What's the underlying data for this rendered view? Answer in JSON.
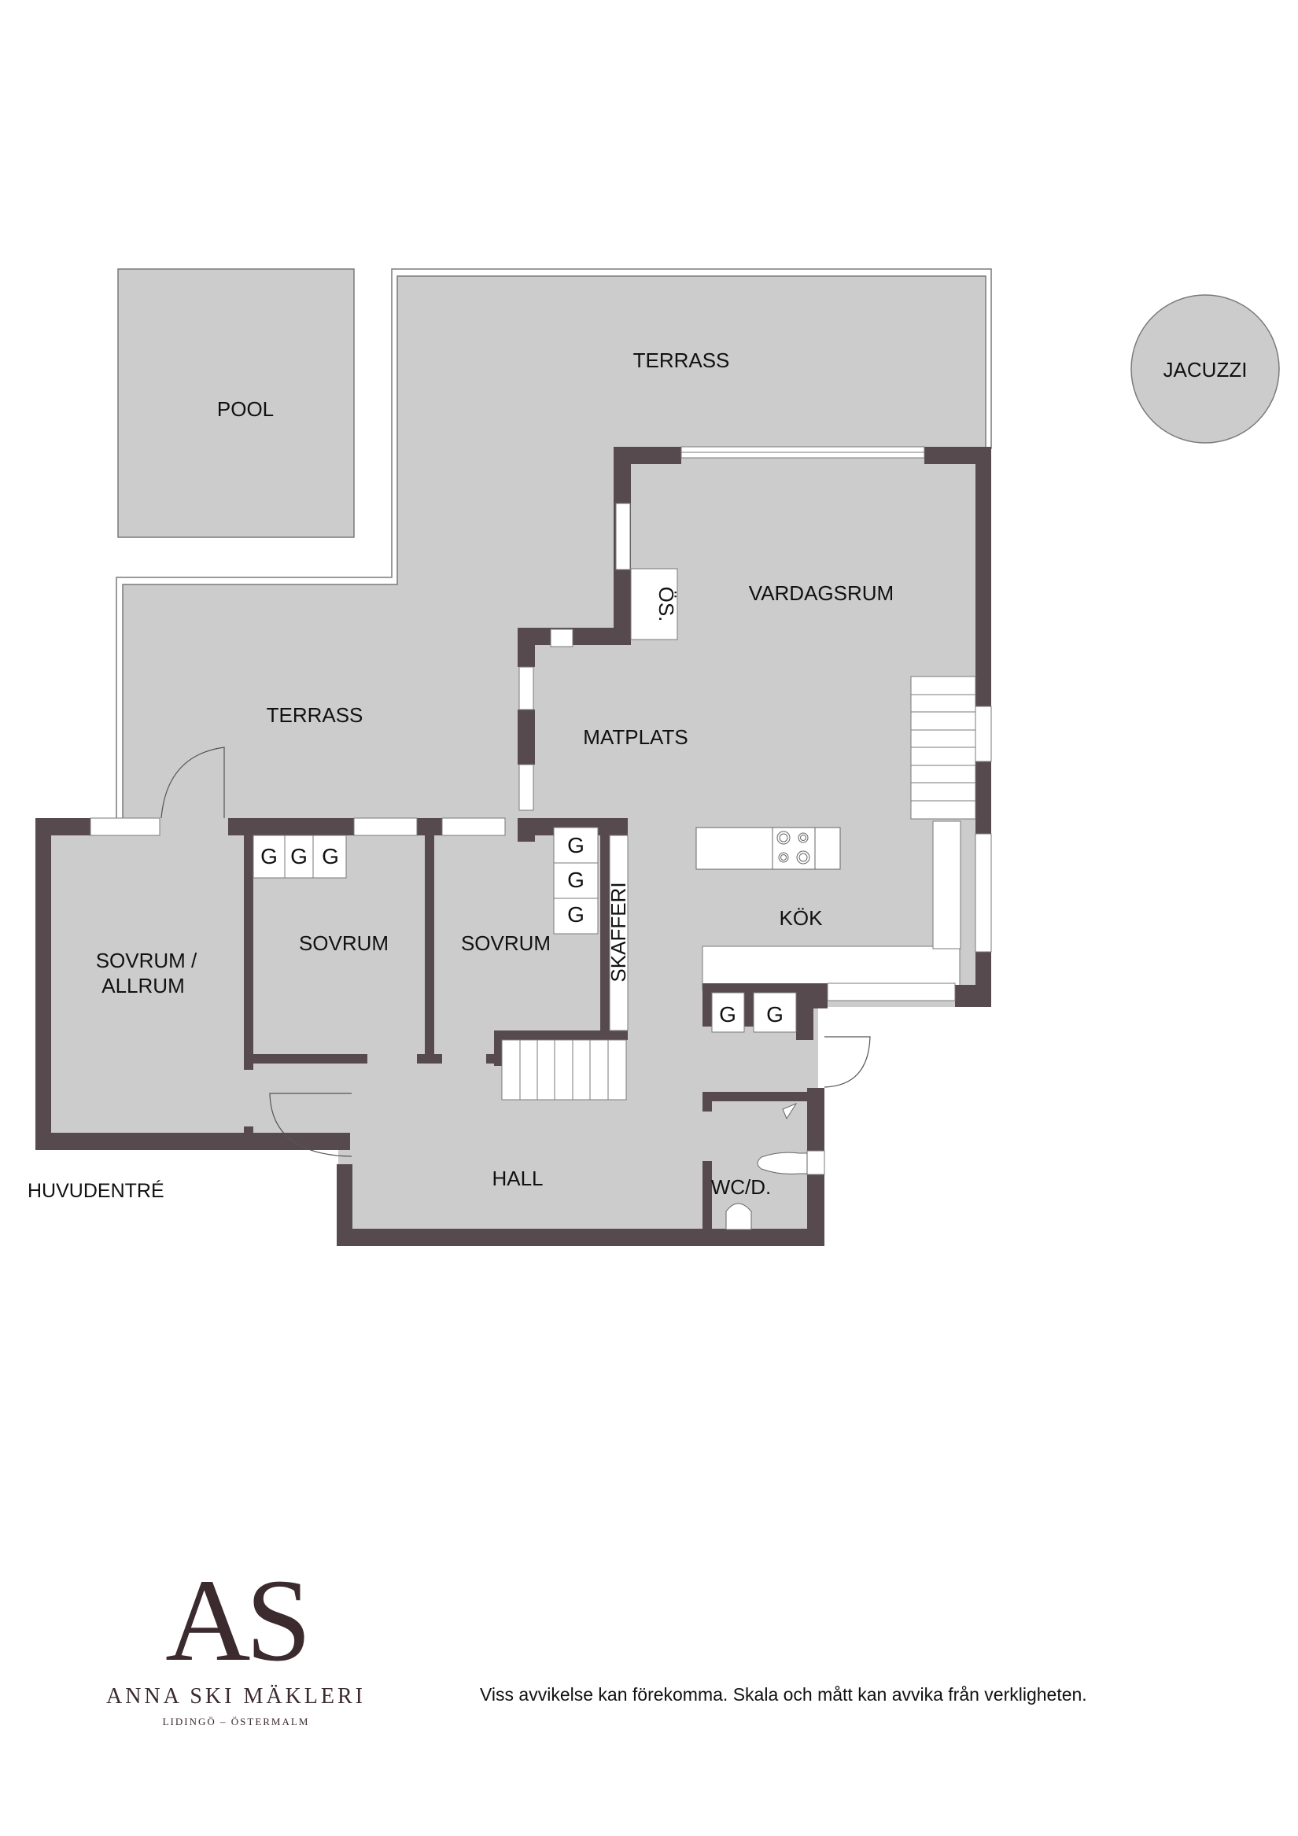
{
  "colors": {
    "floor": "#cccccc",
    "wall": "#574a4e",
    "fixture": "#ffffff",
    "outline": "#7a7a7a",
    "text": "#111111",
    "brand": "#3b2a2e"
  },
  "rooms": {
    "pool": "POOL",
    "terrace_top": "TERRASS",
    "terrace_left": "TERRASS",
    "jacuzzi": "JACUZZI",
    "living_room": "VARDAGSRUM",
    "fireplace": "ÖS.",
    "dining": "MATPLATS",
    "kitchen": "KÖK",
    "pantry": "SKAFFERI",
    "bedroom_allroom_line1": "SOVRUM /",
    "bedroom_allroom_line2": "ALLRUM",
    "bedroom_1": "SOVRUM",
    "bedroom_2": "SOVRUM",
    "hall": "HALL",
    "wc": "WC/D."
  },
  "wardrobe_label": "G",
  "main_entrance_label": "HUVUDENTRÉ",
  "disclaimer": "Viss avvikelse kan förekomma. Skala och mått kan avvika från verkligheten.",
  "brand": {
    "monogram": "AS",
    "name": "ANNA SKI MÄKLERI",
    "locations": "LIDINGÖ – ÖSTERMALM"
  }
}
